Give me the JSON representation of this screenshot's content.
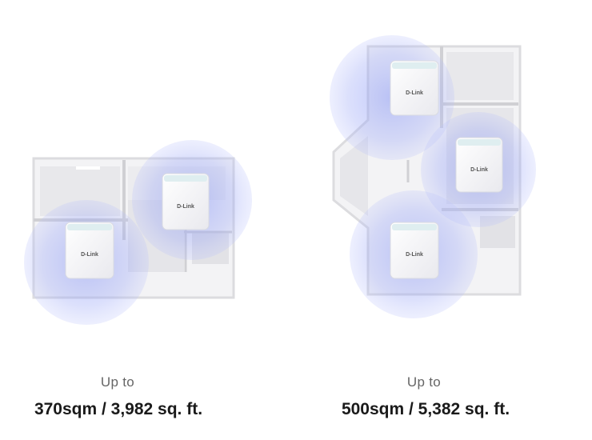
{
  "left": {
    "up_to": "Up to",
    "area": "370sqm / 3,982 sq. ft.",
    "router_count": 2,
    "router_brand": "D-Link"
  },
  "right": {
    "up_to": "Up to",
    "area": "500sqm / 5,382 sq. ft.",
    "router_count": 3,
    "router_brand": "D-Link"
  },
  "colors": {
    "coverage": "#6f7ff0",
    "floor": "#f2f2f4",
    "wall": "#d6d6d9"
  }
}
